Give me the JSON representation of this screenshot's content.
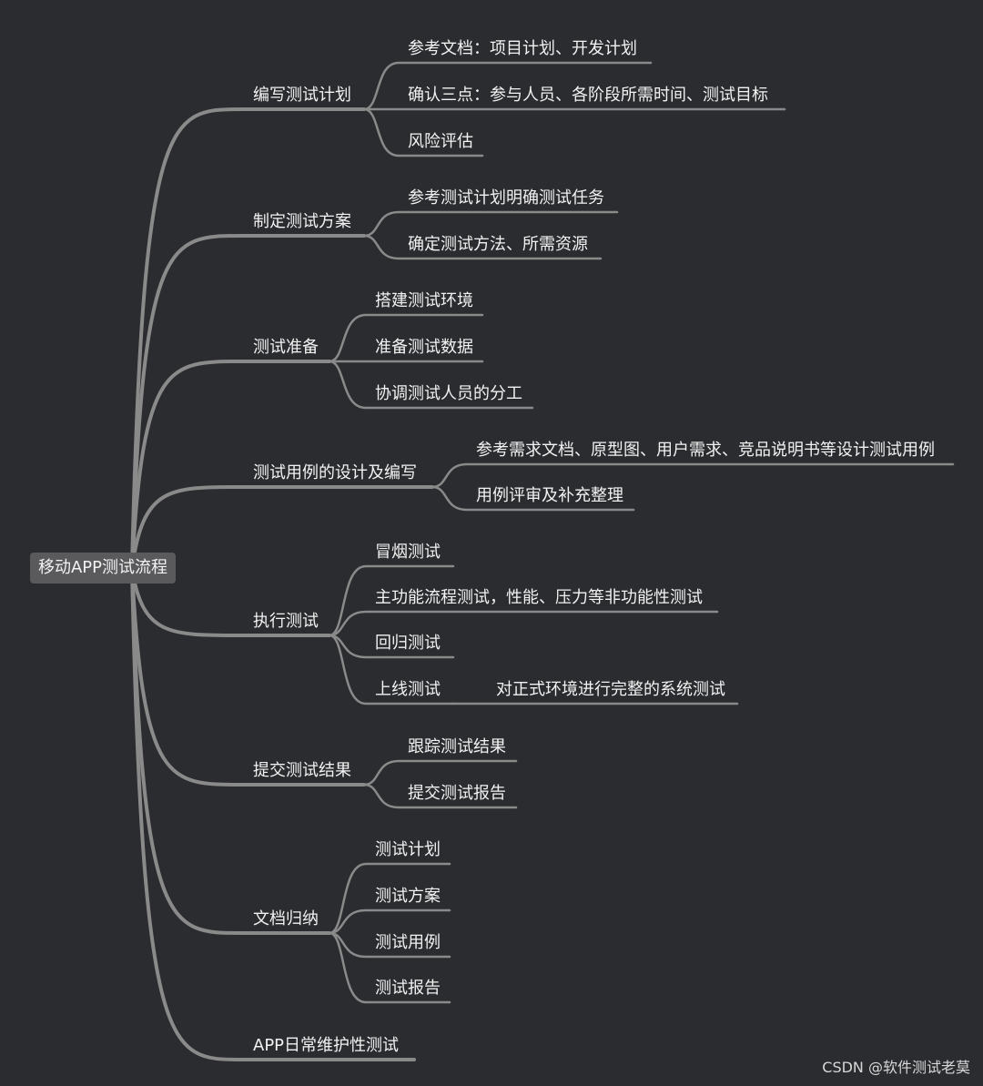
{
  "root": "移动APP测试流程",
  "colors": {
    "background": "#2b2c2f",
    "line": "#8a8a8a",
    "root_box": "#5a595c",
    "text": "#f2f2f2"
  },
  "branches": [
    {
      "label": "编写测试计划",
      "children": [
        {
          "label": "参考文档：项目计划、开发计划"
        },
        {
          "label": "确认三点：参与人员、各阶段所需时间、测试目标"
        },
        {
          "label": "风险评估"
        }
      ]
    },
    {
      "label": "制定测试方案",
      "children": [
        {
          "label": "参考测试计划明确测试任务"
        },
        {
          "label": "确定测试方法、所需资源"
        }
      ]
    },
    {
      "label": "测试准备",
      "children": [
        {
          "label": "搭建测试环境"
        },
        {
          "label": "准备测试数据"
        },
        {
          "label": "协调测试人员的分工"
        }
      ]
    },
    {
      "label": "测试用例的设计及编写",
      "children": [
        {
          "label": "参考需求文档、原型图、用户需求、竞品说明书等设计测试用例"
        },
        {
          "label": "用例评审及补充整理"
        }
      ]
    },
    {
      "label": "执行测试",
      "children": [
        {
          "label": "冒烟测试"
        },
        {
          "label": "主功能流程测试，性能、压力等非功能性测试"
        },
        {
          "label": "回归测试"
        },
        {
          "label": "上线测试",
          "children": [
            {
              "label": "对正式环境进行完整的系统测试"
            }
          ]
        }
      ]
    },
    {
      "label": "提交测试结果",
      "children": [
        {
          "label": "跟踪测试结果"
        },
        {
          "label": "提交测试报告"
        }
      ]
    },
    {
      "label": "文档归纳",
      "children": [
        {
          "label": "测试计划"
        },
        {
          "label": "测试方案"
        },
        {
          "label": "测试用例"
        },
        {
          "label": "测试报告"
        }
      ]
    },
    {
      "label": "APP日常维护性测试",
      "children": []
    }
  ],
  "watermark": "CSDN @软件测试老莫"
}
